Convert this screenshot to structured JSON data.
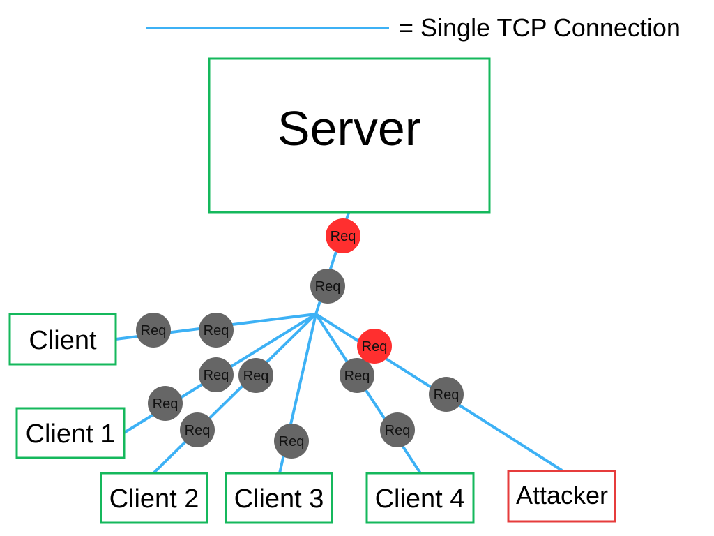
{
  "legend": {
    "text": "= Single TCP Connection",
    "line_color": "#3db1f5"
  },
  "colors": {
    "connection": "#3db1f5",
    "normal_border": "#15b85c",
    "attacker_border": "#e63c3c",
    "req_normal": "#666666",
    "req_attacker": "#ff2f2f"
  },
  "server": {
    "label": "Server"
  },
  "nodes": {
    "client": "Client",
    "client1": "Client 1",
    "client2": "Client 2",
    "client3": "Client 3",
    "client4": "Client 4",
    "attacker": "Attacker"
  },
  "req_label": "Req"
}
